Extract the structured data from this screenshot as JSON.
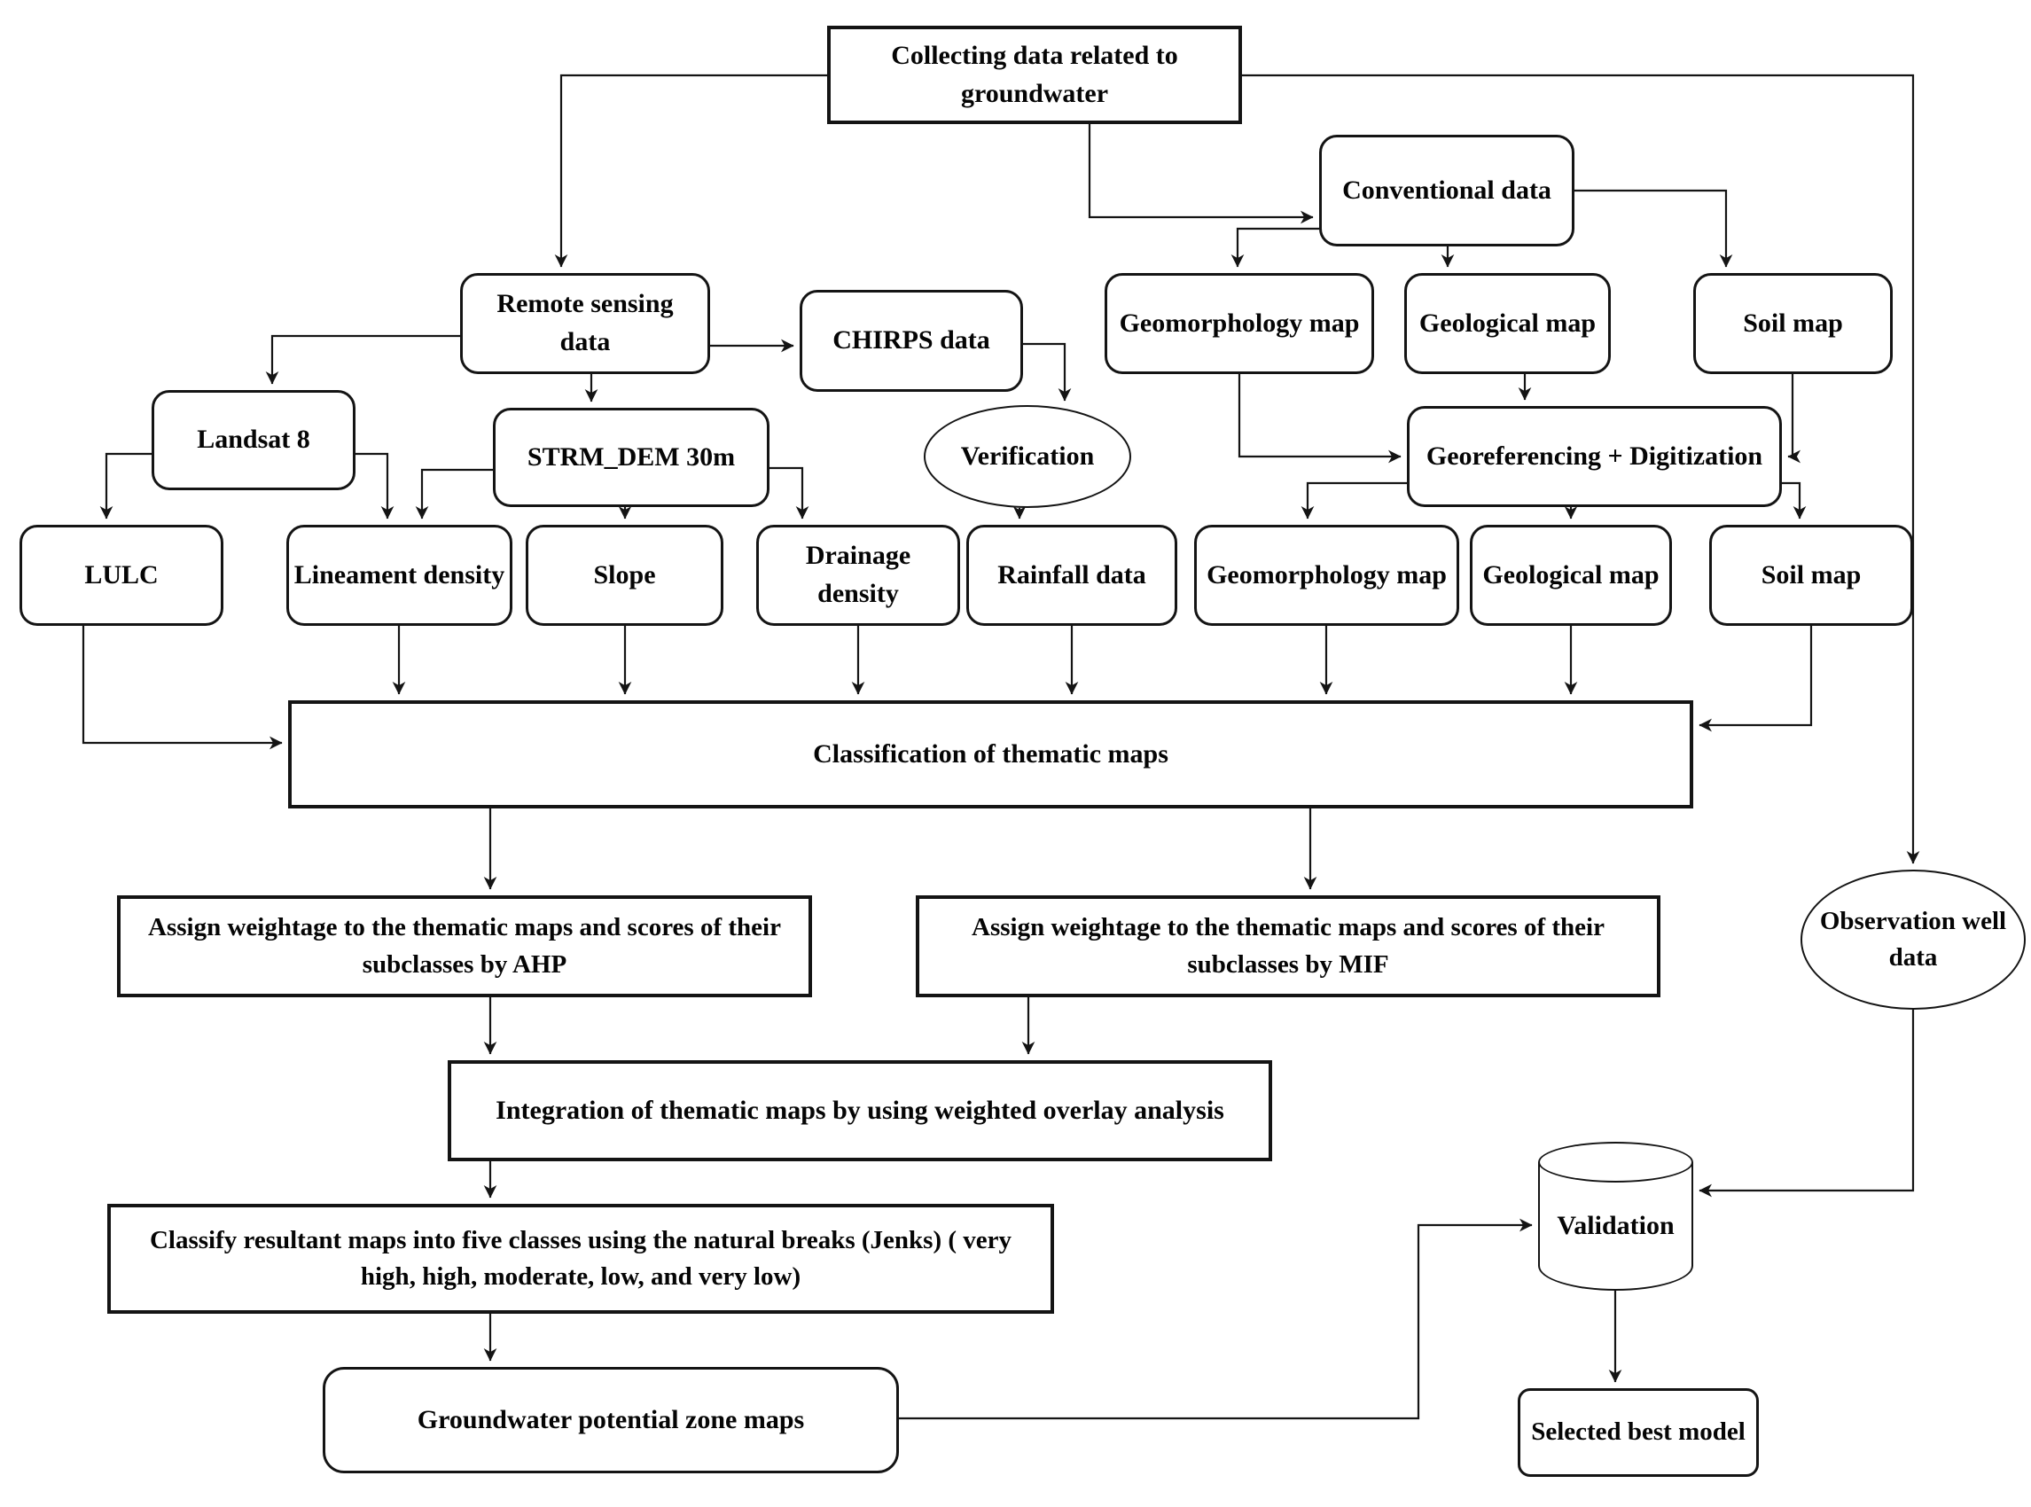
{
  "diagram": {
    "type": "flowchart",
    "nodes": {
      "collecting": {
        "label": "Collecting data related to groundwater",
        "shape": "rectangle"
      },
      "conventional": {
        "label": "Conventional data",
        "shape": "rounded-rectangle"
      },
      "remote_sensing": {
        "label": "Remote sensing data",
        "shape": "rounded-rectangle"
      },
      "chirps": {
        "label": "CHIRPS data",
        "shape": "rounded-rectangle"
      },
      "geomorphology_map_source": {
        "label": "Geomorphology map",
        "shape": "rounded-rectangle"
      },
      "geological_map_source": {
        "label": "Geological map",
        "shape": "rounded-rectangle"
      },
      "soil_map_source": {
        "label": "Soil map",
        "shape": "rounded-rectangle"
      },
      "landsat_8": {
        "label": "Landsat 8",
        "shape": "rounded-rectangle"
      },
      "strm_dem": {
        "label": "STRM_DEM 30m",
        "shape": "rounded-rectangle"
      },
      "verification": {
        "label": "Verification",
        "shape": "ellipse"
      },
      "georeferencing": {
        "label": "Georeferencing + Digitization",
        "shape": "rounded-rectangle"
      },
      "lulc": {
        "label": "LULC",
        "shape": "rounded-rectangle"
      },
      "lineament_density": {
        "label": "Lineament density",
        "shape": "rounded-rectangle"
      },
      "slope": {
        "label": "Slope",
        "shape": "rounded-rectangle"
      },
      "drainage_density": {
        "label": "Drainage density",
        "shape": "rounded-rectangle"
      },
      "rainfall_data": {
        "label": "Rainfall data",
        "shape": "rounded-rectangle"
      },
      "geomorphology_map_thematic": {
        "label": "Geomorphology map",
        "shape": "rounded-rectangle"
      },
      "geological_map_thematic": {
        "label": "Geological map",
        "shape": "rounded-rectangle"
      },
      "soil_map_thematic": {
        "label": "Soil map",
        "shape": "rounded-rectangle"
      },
      "classification": {
        "label": "Classification of thematic maps",
        "shape": "rectangle"
      },
      "ahp": {
        "label": "Assign weightage to the thematic maps and scores of their subclasses by AHP",
        "shape": "rectangle"
      },
      "mif": {
        "label": "Assign weightage to the thematic maps and scores of their subclasses by MIF",
        "shape": "rectangle"
      },
      "integration": {
        "label": "Integration of thematic maps by using weighted overlay analysis",
        "shape": "rectangle"
      },
      "classify_jenks": {
        "label": "Classify resultant maps into five classes using the natural breaks (Jenks) ( very high, high, moderate, low, and very low)",
        "shape": "rectangle"
      },
      "gwpz": {
        "label": "Groundwater potential zone maps",
        "shape": "rounded-rectangle"
      },
      "observation_well": {
        "label": "Observation well data",
        "shape": "ellipse"
      },
      "validation": {
        "label": "Validation",
        "shape": "cylinder"
      },
      "selected_best_model": {
        "label": "Selected best model",
        "shape": "rounded-rectangle"
      }
    },
    "edges": [
      {
        "from": "collecting",
        "to": "remote_sensing"
      },
      {
        "from": "collecting",
        "to": "conventional"
      },
      {
        "from": "collecting",
        "to": "observation_well"
      },
      {
        "from": "remote_sensing",
        "to": "landsat_8"
      },
      {
        "from": "remote_sensing",
        "to": "chirps"
      },
      {
        "from": "remote_sensing",
        "to": "strm_dem"
      },
      {
        "from": "strm_dem",
        "to": "lineament_density"
      },
      {
        "from": "landsat_8",
        "to": "lulc"
      },
      {
        "from": "landsat_8",
        "to": "lineament_density"
      },
      {
        "from": "strm_dem",
        "to": "slope"
      },
      {
        "from": "strm_dem",
        "to": "drainage_density"
      },
      {
        "from": "chirps",
        "to": "verification"
      },
      {
        "from": "verification",
        "to": "rainfall_data"
      },
      {
        "from": "conventional",
        "to": "geomorphology_map_source"
      },
      {
        "from": "conventional",
        "to": "geological_map_source"
      },
      {
        "from": "conventional",
        "to": "soil_map_source"
      },
      {
        "from": "geomorphology_map_source",
        "to": "georeferencing"
      },
      {
        "from": "geological_map_source",
        "to": "georeferencing"
      },
      {
        "from": "soil_map_source",
        "to": "georeferencing"
      },
      {
        "from": "georeferencing",
        "to": "geomorphology_map_thematic"
      },
      {
        "from": "georeferencing",
        "to": "geological_map_thematic"
      },
      {
        "from": "georeferencing",
        "to": "soil_map_thematic"
      },
      {
        "from": "lulc",
        "to": "classification"
      },
      {
        "from": "lineament_density",
        "to": "classification"
      },
      {
        "from": "slope",
        "to": "classification"
      },
      {
        "from": "drainage_density",
        "to": "classification"
      },
      {
        "from": "rainfall_data",
        "to": "classification"
      },
      {
        "from": "geomorphology_map_thematic",
        "to": "classification"
      },
      {
        "from": "geological_map_thematic",
        "to": "classification"
      },
      {
        "from": "soil_map_thematic",
        "to": "classification"
      },
      {
        "from": "classification",
        "to": "ahp"
      },
      {
        "from": "classification",
        "to": "mif"
      },
      {
        "from": "ahp",
        "to": "integration"
      },
      {
        "from": "mif",
        "to": "integration"
      },
      {
        "from": "integration",
        "to": "classify_jenks"
      },
      {
        "from": "classify_jenks",
        "to": "gwpz"
      },
      {
        "from": "gwpz",
        "to": "validation"
      },
      {
        "from": "observation_well",
        "to": "validation"
      },
      {
        "from": "validation",
        "to": "selected_best_model"
      }
    ]
  }
}
